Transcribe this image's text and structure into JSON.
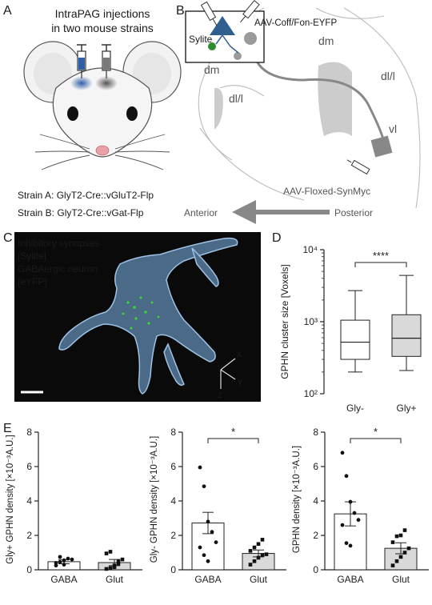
{
  "panel_letters": {
    "a": "A",
    "b": "B",
    "c": "C",
    "d": "D",
    "e": "E"
  },
  "panel_a": {
    "title_line1": "IntraPAG injections",
    "title_line2": "in two mouse strains",
    "strain_a": "Strain A: GlyT2-Cre::vGluT2-Flp",
    "strain_b": "Strain B: GlyT2-Cre::vGat-Flp",
    "colors": {
      "strain_a_dye": "#2f5fa8",
      "strain_b_dye": "#7a7a7a",
      "nose": "#e8a0a6"
    }
  },
  "panel_b": {
    "sylite": "Sylite",
    "aav_top": "AAV-Coff/Fon-EYFP",
    "aav_bottom": "AAV-Floxed-SynMyc",
    "regions": {
      "dm_inset": "dm",
      "dm": "dm",
      "dll_left": "dl/l",
      "dll_right": "dl/l",
      "vl": "vl"
    },
    "axis_anterior": "Anterior",
    "axis_posterior": "Posterior",
    "colors": {
      "sylite": "#2e8b2e",
      "aav": "#2f5f8f"
    }
  },
  "panel_c": {
    "label_line1": "Inhibitory synapses",
    "label_line2": "[Sylite]",
    "label_line3": "GABAergic neuron",
    "label_line4": "[eYFP]",
    "axes": {
      "x": "x",
      "y": "y",
      "z": "z"
    },
    "colors": {
      "synapse": "#39d639",
      "neuron": "#9fc3e6",
      "background": "#0a0a0a"
    }
  },
  "chart_data": [
    {
      "id": "D",
      "type": "box",
      "ylabel": "GPHN cluster size [Voxels]",
      "yscale": "log",
      "ylim": [
        100,
        10000
      ],
      "yticks": [
        "10²",
        "10³",
        "10⁴"
      ],
      "categories": [
        "Gly-",
        "Gly+"
      ],
      "boxes": [
        {
          "name": "Gly-",
          "min": 200,
          "q1": 300,
          "median": 520,
          "q3": 1050,
          "max": 2700,
          "fill": "#ffffff"
        },
        {
          "name": "Gly+",
          "min": 210,
          "q1": 330,
          "median": 590,
          "q3": 1250,
          "max": 4400,
          "fill": "#d9d9d9"
        }
      ],
      "significance": "****"
    },
    {
      "id": "E1",
      "type": "bar",
      "ylabel": "Gly+ GPHN density [×10⁻³A.U.]",
      "ylim": [
        0,
        8
      ],
      "yticks": [
        "0",
        "2",
        "4",
        "6",
        "8"
      ],
      "categories": [
        "GABA",
        "Glut"
      ],
      "values": [
        0.47,
        0.42
      ],
      "sem": [
        0.12,
        0.18
      ],
      "fills": [
        "#ffffff",
        "#d9d9d9"
      ],
      "points": [
        [
          0.25,
          0.45,
          0.55,
          0.65,
          0.6,
          0.4,
          0.75,
          0.3
        ],
        [
          0.05,
          0.1,
          0.15,
          0.5,
          0.6,
          0.95,
          1.05,
          0.25,
          0.35
        ]
      ],
      "significance": ""
    },
    {
      "id": "E2",
      "type": "bar",
      "ylabel": "Gly- GPHN density [×10⁻³A.U.]",
      "ylim": [
        0,
        8
      ],
      "yticks": [
        "0",
        "2",
        "4",
        "6",
        "8"
      ],
      "categories": [
        "GABA",
        "Glut"
      ],
      "values": [
        2.72,
        0.95
      ],
      "sem": [
        0.62,
        0.2
      ],
      "fills": [
        "#ffffff",
        "#d9d9d9"
      ],
      "points": [
        [
          5.95,
          4.85,
          2.8,
          2.2,
          1.6,
          1.3,
          0.85,
          0.5
        ],
        [
          0.3,
          0.5,
          0.7,
          0.85,
          0.9,
          1.1,
          1.3,
          1.5,
          1.75
        ]
      ],
      "significance": "*"
    },
    {
      "id": "E3",
      "type": "bar",
      "ylabel": "GPHN density [×10⁻³A.U.]",
      "ylim": [
        0,
        8
      ],
      "yticks": [
        "0",
        "2",
        "4",
        "6",
        "8"
      ],
      "categories": [
        "GABA",
        "Glut"
      ],
      "values": [
        3.25,
        1.25
      ],
      "sem": [
        0.7,
        0.32
      ],
      "fills": [
        "#ffffff",
        "#d9d9d9"
      ],
      "points": [
        [
          6.8,
          5.45,
          3.95,
          3.3,
          2.9,
          2.6,
          1.55,
          1.4
        ],
        [
          0.25,
          0.5,
          0.75,
          1.0,
          1.25,
          1.6,
          1.95,
          2.0,
          2.3
        ]
      ],
      "significance": "*"
    }
  ]
}
